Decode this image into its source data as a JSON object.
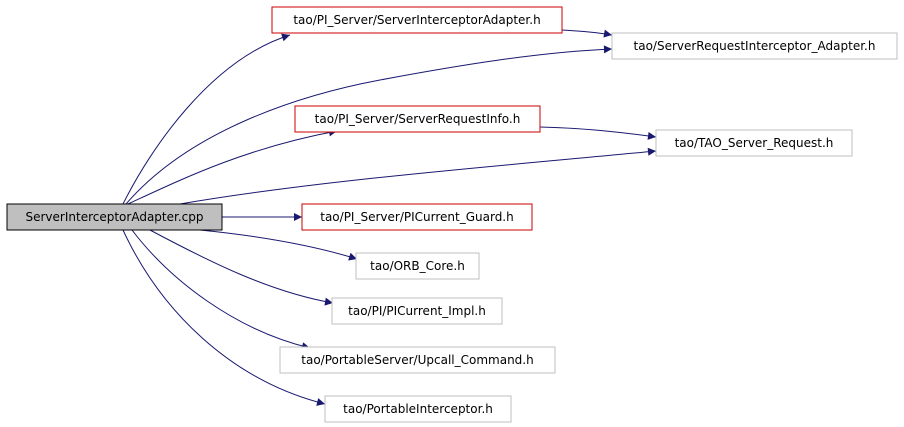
{
  "diagram": {
    "root": {
      "label": "ServerInterceptorAdapter.cpp",
      "fill": "#bfbfbf",
      "stroke": "#000000"
    },
    "nodes": [
      {
        "id": "n1",
        "label": "tao/PI_Server/ServerInterceptorAdapter.h",
        "stroke": "#cc0000"
      },
      {
        "id": "n2",
        "label": "tao/ServerRequestInterceptor_Adapter.h",
        "stroke": "#bfbfbf"
      },
      {
        "id": "n3",
        "label": "tao/PI_Server/ServerRequestInfo.h",
        "stroke": "#cc0000"
      },
      {
        "id": "n4",
        "label": "tao/TAO_Server_Request.h",
        "stroke": "#bfbfbf"
      },
      {
        "id": "n5",
        "label": "tao/PI_Server/PICurrent_Guard.h",
        "stroke": "#cc0000"
      },
      {
        "id": "n6",
        "label": "tao/ORB_Core.h",
        "stroke": "#bfbfbf"
      },
      {
        "id": "n7",
        "label": "tao/PI/PICurrent_Impl.h",
        "stroke": "#bfbfbf"
      },
      {
        "id": "n8",
        "label": "tao/PortableServer/Upcall_Command.h",
        "stroke": "#bfbfbf"
      },
      {
        "id": "n9",
        "label": "tao/PortableInterceptor.h",
        "stroke": "#bfbfbf"
      }
    ],
    "edge_color": "#191970"
  }
}
